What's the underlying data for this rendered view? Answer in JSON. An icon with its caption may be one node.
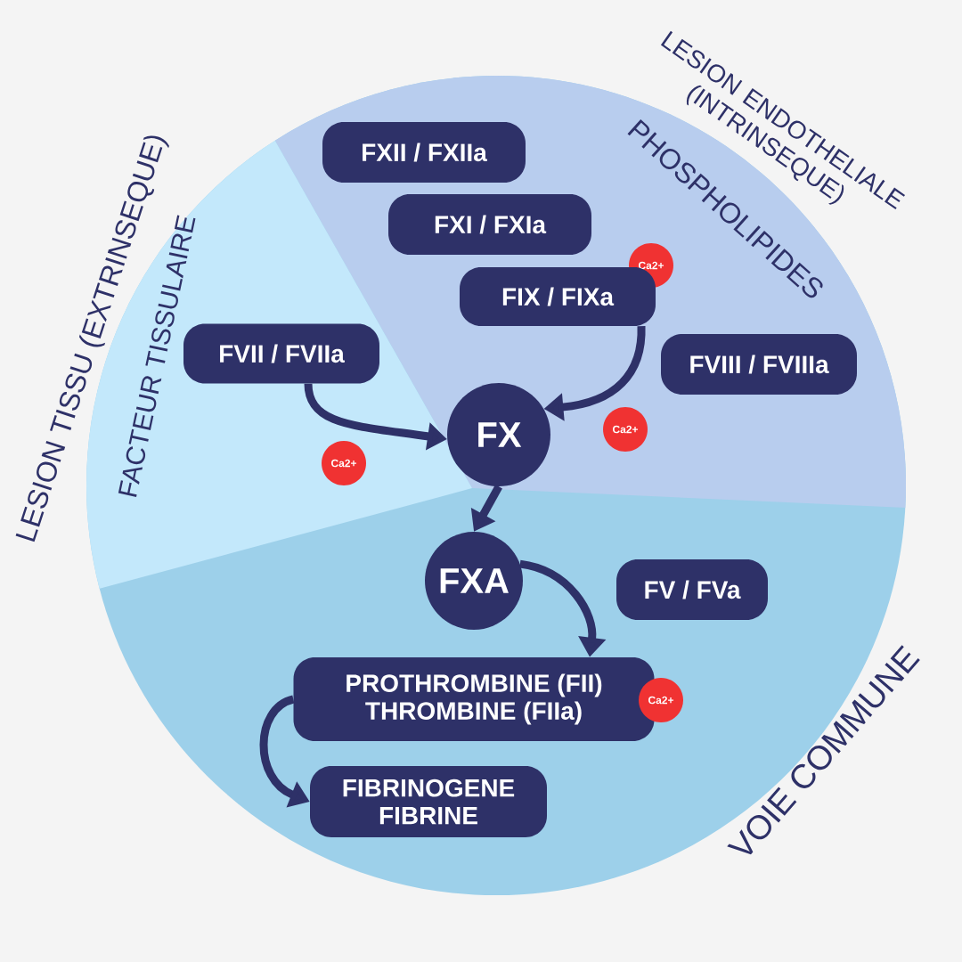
{
  "diagram": {
    "nodes": [
      {
        "text": [
          "FXII / FXIIa"
        ]
      },
      {
        "text": [
          "FXI / FXIa"
        ]
      },
      {
        "text": [
          "Ca2+"
        ]
      },
      {
        "text": [
          "FIX / FIXa"
        ]
      },
      {
        "text": [
          "FVII / FVIIa"
        ]
      },
      {
        "text": [
          "FVIII / FVIIIa"
        ]
      },
      {
        "text": [
          "Ca2+"
        ]
      },
      {
        "text": [
          "Ca2+"
        ]
      },
      {
        "text": [
          "FX"
        ]
      },
      {
        "text": [
          "FXA"
        ]
      },
      {
        "text": [
          "FV / FVa"
        ]
      },
      {
        "text": [
          "PROTHROMBINE (FII)",
          "THROMBINE (FIIa)"
        ]
      },
      {
        "text": [
          "Ca2+"
        ]
      },
      {
        "text": [
          "FIBRINOGENE",
          "FIBRINE"
        ]
      }
    ],
    "edges": [
      {
        "from": 3,
        "to": 8,
        "arrow": "to"
      },
      {
        "from": 4,
        "to": 8,
        "arrow": "to"
      },
      {
        "from": 8,
        "to": 9,
        "arrow": "to"
      },
      {
        "from": 9,
        "to": 11,
        "arrow": "to"
      },
      {
        "from": 11,
        "to": 13,
        "arrow": "to"
      }
    ],
    "labels": [
      "LESION ENDOTHELIALE (INTRINSEQUE)",
      "LESION TISSU (EXTRINSEQUE)",
      "PHOSPHOLIPIDES",
      "FACTEUR TISSULAIRE",
      "VOIE COMMUNE"
    ]
  }
}
